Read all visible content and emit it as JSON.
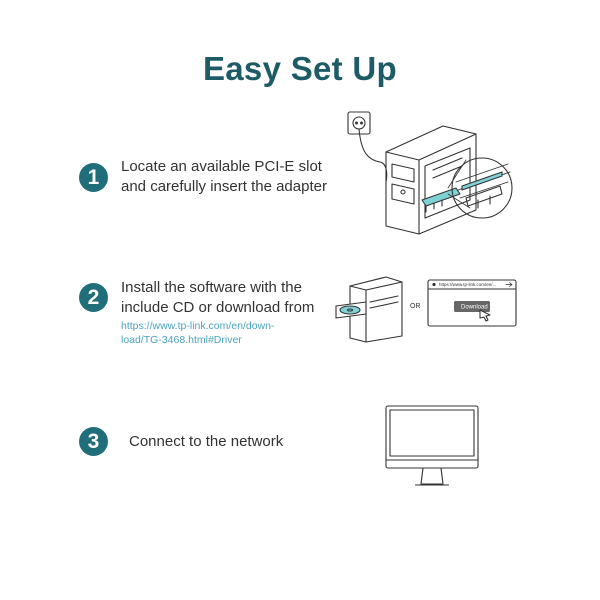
{
  "title": "Easy Set Up",
  "colors": {
    "accent": "#1f6e7a",
    "title": "#1d5b66",
    "link": "#4aa3bd",
    "highlight": "#7fd1d6"
  },
  "steps": [
    {
      "number": "1",
      "lines": [
        "Locate an available PCI-E slot",
        "and carefully insert the adapter"
      ]
    },
    {
      "number": "2",
      "lines": [
        "Install the software with the",
        "include CD or download from"
      ],
      "link_lines": [
        "https://www.tp-link.com/en/down-",
        "load/TG-3468.html#Driver"
      ]
    },
    {
      "number": "3",
      "lines": [
        "Connect to the network"
      ]
    }
  ],
  "illustration2": {
    "or_label": "OR",
    "browser_url": "https://www.tp-link.com/en/...",
    "download_button": "Download"
  }
}
